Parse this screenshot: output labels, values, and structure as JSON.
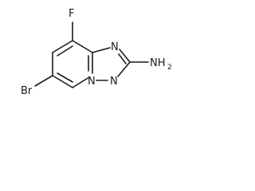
{
  "molecule": {
    "atoms": {
      "fluorine": "F",
      "bromine": "Br",
      "nitrogen_n1": "N",
      "nitrogen_n2": "N",
      "nitrogen_bridge": "N",
      "amine_prefix": "NH",
      "amine_subscript": "2"
    }
  }
}
